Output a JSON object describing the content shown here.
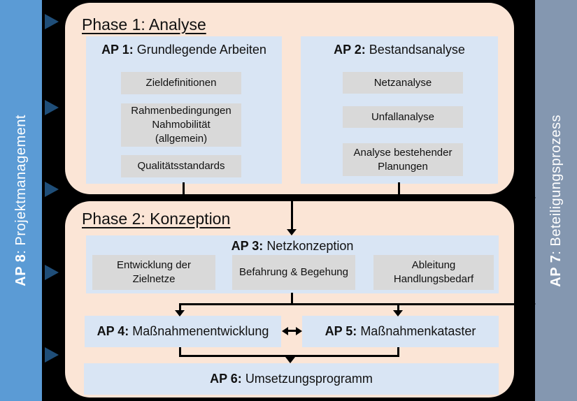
{
  "left_sidebar": {
    "bold": "AP 8",
    "regular": ": Projektmanagement"
  },
  "right_sidebar": {
    "bold": "AP 7",
    "regular": ": Beteiligungsprozess"
  },
  "phase1": {
    "title": "Phase 1: Analyse",
    "ap1": {
      "bold": "AP 1:",
      "regular": "Grundlegende Arbeiten",
      "items": [
        "Zieldefinitionen",
        "Rahmenbedingungen Nahmobilität (allgemein)",
        "Qualitätsstandards"
      ]
    },
    "ap2": {
      "bold": "AP 2:",
      "regular": "Bestandsanalyse",
      "items": [
        "Netzanalyse",
        "Unfallanalyse",
        "Analyse bestehender Planungen"
      ]
    }
  },
  "phase2": {
    "title": "Phase 2: Konzeption",
    "ap3": {
      "bold": "AP 3:",
      "regular": "Netzkonzeption",
      "items": [
        "Entwicklung der Zielnetze",
        "Befahrung & Begehung",
        "Ableitung Handlungsbedarf"
      ]
    },
    "ap4": {
      "bold": "AP 4:",
      "regular": "Maßnahmenentwicklung"
    },
    "ap5": {
      "bold": "AP 5:",
      "regular": "Maßnahmenkataster"
    },
    "ap6": {
      "bold": "AP 6:",
      "regular": "Umsetzungsprogramm"
    }
  },
  "colors": {
    "background": "#000000",
    "left_sidebar": "#5B9BD5",
    "right_sidebar": "#8497B0",
    "phase_panel": "#FBE5D6",
    "ap_box": "#D9E5F4",
    "work_item": "#D9D9D9",
    "flow_triangle": "#1F4E79",
    "connector": "#000000",
    "sidebar_text": "#FFFFFF"
  }
}
